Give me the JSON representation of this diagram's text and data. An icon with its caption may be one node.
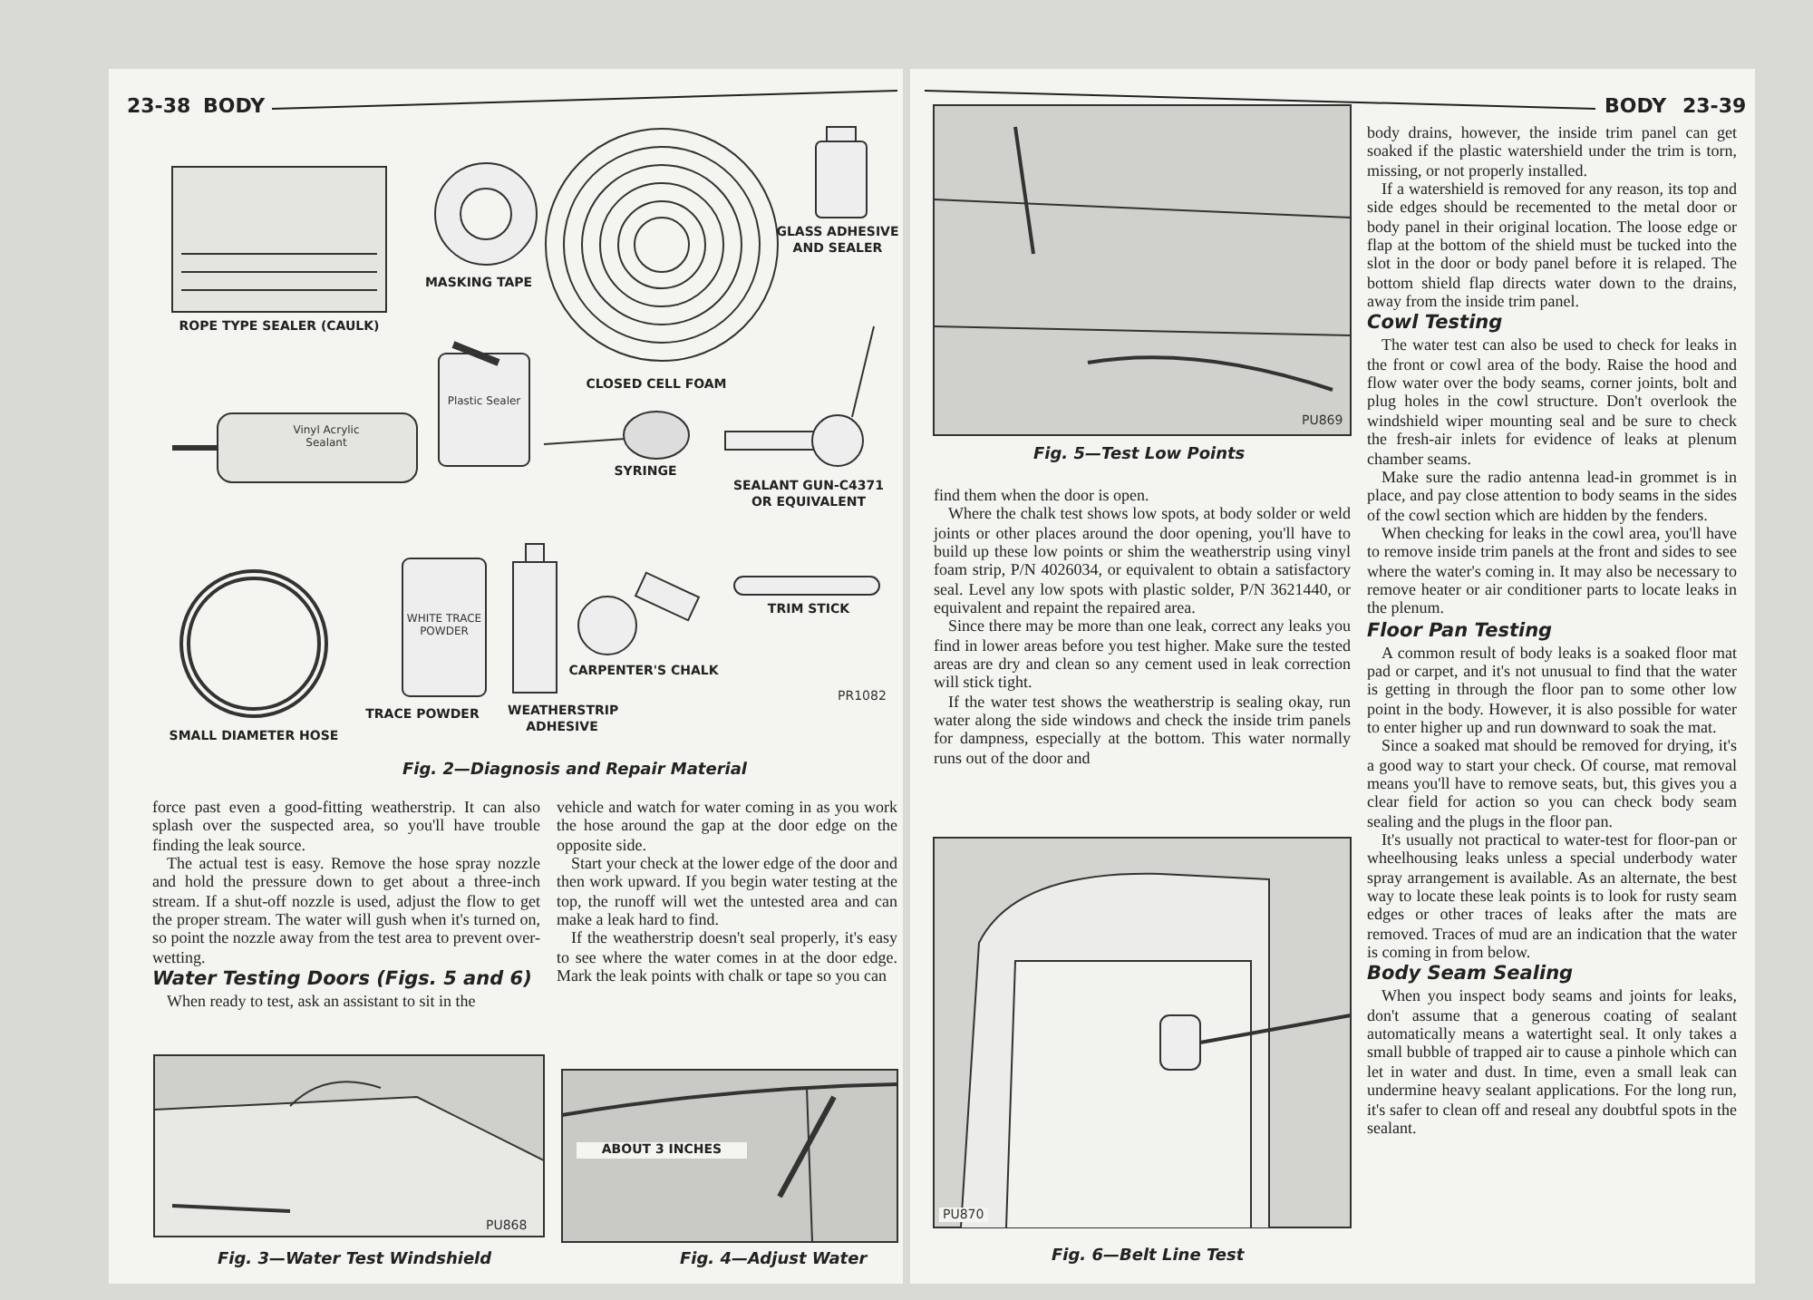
{
  "diagram": {
    "labels": [
      "23-38",
      "BODY",
      "MASKING TAPE",
      "CLOSED CELL FOAM",
      "GLASS ADHESIVE AND SEALER",
      "ROPE TYPE SEALER (CAULK)",
      "Vinyl Acrylic Sealant",
      "Plastic Sealer",
      "SYRINGE",
      "SEALANT GUN-C4371 OR EQUIVALENT",
      "WHITE TRACE POWDER",
      "CARPENTER'S CHALK",
      "TRIM STICK",
      "TRACE POWDER",
      "WEATHERSTRIP ADHESIVE",
      "SMALL DIAMETER HOSE",
      "PR1082",
      "Fig. 2—Diagnosis and Repair Material",
      "force past even a good-fitting weatherstrip. It can also splash over the suspected area, so you'll have trouble finding the leak source.",
      "The actual test is easy. Remove the hose spray nozzle and hold the pressure down to get about a three-inch stream. If a shut-off nozzle is used, adjust the flow to get the proper stream. The water will gush when it's turned on, so point the nozzle away from the test area to prevent over-wetting.",
      "Water Testing Doors (Figs. 5 and 6)",
      "When ready to test, ask an assistant to sit in the",
      "vehicle and watch for water coming in as you work the hose around the gap at the door edge on the opposite side.",
      "Start your check at the lower edge of the door and then work upward. If you begin water testing at the top, the runoff will wet the untested area and can make a leak hard to find.",
      "If the weatherstrip doesn't seal properly, it's easy to see where the water comes in at the door edge. Mark the leak points with chalk or tape so you can",
      "ABOUT 3 INCHES",
      "PU868",
      "Fig. 3—Water Test Windshield",
      "Fig. 4—Adjust Water",
      "PU869",
      "Fig. 5—Test Low Points",
      "find them when the door is open.",
      "Where the chalk test shows low spots, at body solder or weld joints or other places around the door opening, you'll have to build up these low points or shim the weatherstrip using vinyl foam strip, P/N 4026034, or equivalent to obtain a satisfactory seal. Level any low spots with plastic solder, P/N 3621440, or equivalent and repaint the repaired area.",
      "Since there may be more than one leak, correct any leaks you find in lower areas before you test higher. Make sure the tested areas are dry and clean so any cement used in leak correction will stick tight.",
      "If the water test shows the weatherstrip is sealing okay, run water along the side windows and check the inside trim panels for dampness, especially at the bottom. This water normally runs out of the door and",
      "PU870",
      "Fig. 6—Belt Line Test",
      "BODY",
      "23-39",
      "body drains, however, the inside trim panel can get soaked if the plastic watershield under the trim is torn, missing, or not properly installed.",
      "If a watershield is removed for any reason, its top and side edges should be recemented to the metal door or body panel in their original location. The loose edge or flap at the bottom of the shield must be tucked into the slot in the door or body panel before it is relaped. The bottom shield flap directs water down to the drains, away from the inside trim panel.",
      "Cowl Testing",
      "The water test can also be used to check for leaks in the front or cowl area of the body. Raise the hood and flow water over the body seams, corner joints, bolt and plug holes in the cowl structure. Don't overlook the windshield wiper mounting seal and be sure to check the fresh-air inlets for evidence of leaks at plenum chamber seams.",
      "Make sure the radio antenna lead-in grommet is in place, and pay close attention to body seams in the sides of the cowl section which are hidden by the fenders.",
      "When checking for leaks in the cowl area, you'll have to remove inside trim panels at the front and sides to see where the water's coming in. It may also be necessary to remove heater or air conditioner parts to locate leaks in the plenum.",
      "Floor Pan Testing",
      "A common result of body leaks is a soaked floor mat pad or carpet, and it's not unusual to find that the water is getting in through the floor pan to some other low point in the body. However, it is also possible for water to enter higher up and run downward to soak the mat.",
      "Since a soaked mat should be removed for drying, it's a good way to start your check. Of course, mat removal means you'll have to remove seats, but, this gives you a clear field for action so you can check body seam sealing and the plugs in the floor pan.",
      "It's usually not practical to water-test for floor-pan or wheelhousing leaks unless a special underbody water spray arrangement is available. As an alternate, the best way to locate these leak points is to look for rusty seam edges or other traces of leaks after the mats are removed. Traces of mud are an indication that the water is coming in from below.",
      "Body Seam Sealing",
      "When you inspect body seams and joints for leaks, don't assume that a generous coating of sealant automatically means a watertight seal. It only takes a small bubble of trapped air to cause a pinhole which can let in water and dust. In time, even a small leak can undermine heavy sealant applications. For the long run, it's safer to clean off and reseal any doubtful spots in the sealant."
    ]
  }
}
